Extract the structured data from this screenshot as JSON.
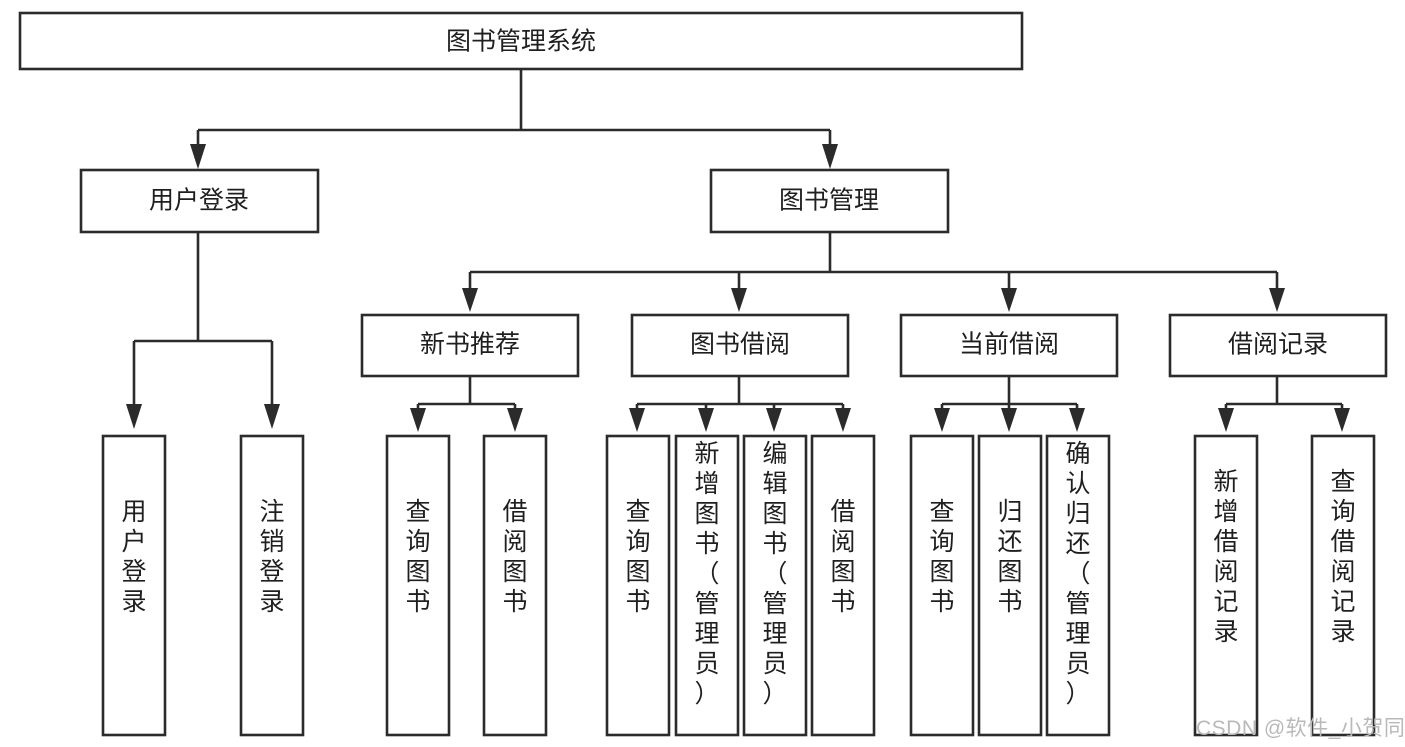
{
  "diagram": {
    "type": "tree-hierarchy",
    "title": "图书管理系统",
    "root": {
      "id": "root",
      "label": "图书管理系统",
      "orientation": "horizontal"
    },
    "level2": [
      {
        "id": "user-login",
        "label": "用户登录",
        "orientation": "horizontal"
      },
      {
        "id": "book-management",
        "label": "图书管理",
        "orientation": "horizontal"
      }
    ],
    "level3": [
      {
        "id": "new-book-recommend",
        "label": "新书推荐",
        "orientation": "horizontal",
        "parent": "book-management"
      },
      {
        "id": "book-borrow",
        "label": "图书借阅",
        "orientation": "horizontal",
        "parent": "book-management"
      },
      {
        "id": "current-borrow",
        "label": "当前借阅",
        "orientation": "horizontal",
        "parent": "book-management"
      },
      {
        "id": "borrow-record",
        "label": "借阅记录",
        "orientation": "horizontal",
        "parent": "book-management"
      }
    ],
    "leaves": [
      {
        "id": "leaf-user-login",
        "label": "用户登录",
        "orientation": "vertical",
        "parent": "user-login"
      },
      {
        "id": "leaf-logout-login",
        "label": "注销登录",
        "orientation": "vertical",
        "parent": "user-login"
      },
      {
        "id": "leaf-query-book-1",
        "label": "查询图书",
        "orientation": "vertical",
        "parent": "new-book-recommend"
      },
      {
        "id": "leaf-borrow-book-1",
        "label": "借阅图书",
        "orientation": "vertical",
        "parent": "new-book-recommend"
      },
      {
        "id": "leaf-query-book-2",
        "label": "查询图书",
        "orientation": "vertical",
        "parent": "book-borrow"
      },
      {
        "id": "leaf-add-book",
        "label": "新增图书（管理员）",
        "orientation": "vertical",
        "parent": "book-borrow"
      },
      {
        "id": "leaf-edit-book",
        "label": "编辑图书（管理员）",
        "orientation": "vertical",
        "parent": "book-borrow"
      },
      {
        "id": "leaf-borrow-book-2",
        "label": "借阅图书",
        "orientation": "vertical",
        "parent": "book-borrow"
      },
      {
        "id": "leaf-query-book-3",
        "label": "查询图书",
        "orientation": "vertical",
        "parent": "current-borrow"
      },
      {
        "id": "leaf-return-book",
        "label": "归还图书",
        "orientation": "vertical",
        "parent": "current-borrow"
      },
      {
        "id": "leaf-confirm-return",
        "label": "确认归还（管理员）",
        "orientation": "vertical",
        "parent": "current-borrow"
      },
      {
        "id": "leaf-add-record",
        "label": "新增借阅记录",
        "orientation": "vertical",
        "parent": "borrow-record"
      },
      {
        "id": "leaf-query-record",
        "label": "查询借阅记录",
        "orientation": "vertical",
        "parent": "borrow-record"
      }
    ],
    "watermark": "CSDN @软件_小贺同学",
    "colors": {
      "stroke": "#2b2b2b",
      "fill": "#ffffff",
      "text": "#1f1f1f",
      "watermark": "#b9b9b9",
      "background": "#ffffff"
    }
  }
}
